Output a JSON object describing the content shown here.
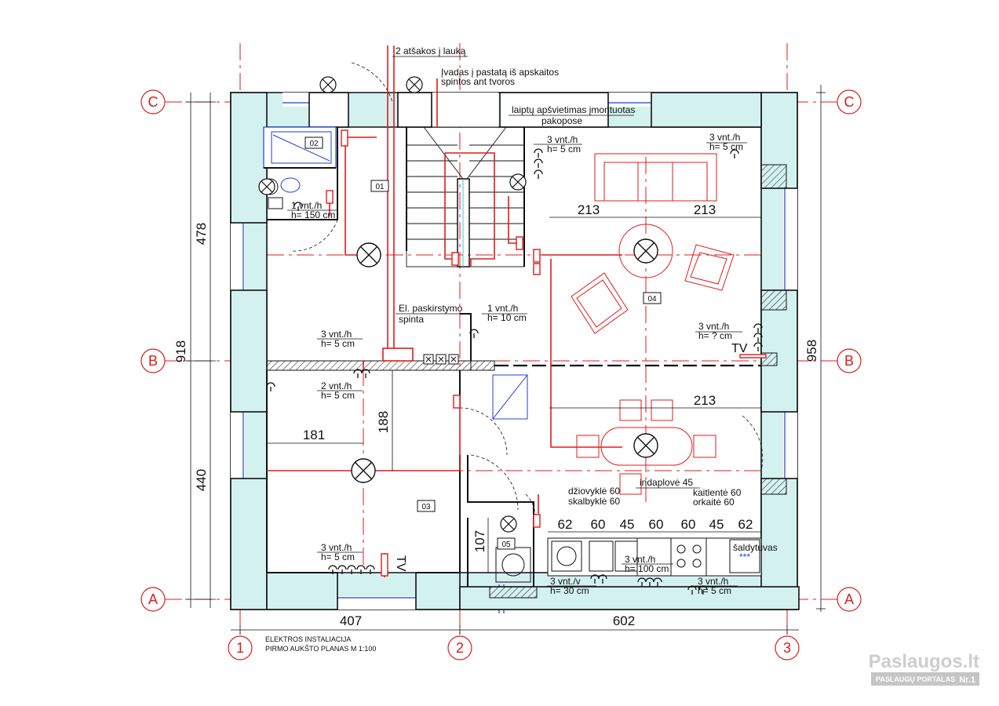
{
  "axes": {
    "rows": [
      "C",
      "B",
      "A"
    ],
    "cols": [
      "1",
      "2",
      "3"
    ]
  },
  "dimensions": {
    "left_total": "918",
    "left_upper": "478",
    "left_lower": "440",
    "right_total": "958",
    "bottom_left": "407",
    "bottom_right": "602",
    "living_w1": "213",
    "living_w2": "213",
    "dining_w": "213",
    "room03_w": "181",
    "room03_h": "188",
    "room05_h": "107",
    "kitchen_modules": [
      "62",
      "60",
      "45",
      "60",
      "60",
      "45",
      "62"
    ]
  },
  "annotations": {
    "outlets_outside": "2 atšakos į lauką",
    "input_line1": "Įvadas į pastatą iš apskaitos",
    "input_line2": "spintos ant tvoros",
    "stair_light_line1": "laiptų apšvietimas įmontuotas",
    "stair_light_line2": "pakopose",
    "panel_line1": "El. paskirstymo",
    "panel_line2": "spinta",
    "bath_outlet_line1": "1 vnt./h",
    "bath_outlet_line2": "h= 150 cm",
    "stair_outlet_line1": "3 vnt./h",
    "stair_outlet_line2": "h= 5 cm",
    "living_top_line1": "3 vnt./h",
    "living_top_line2": "h= 5 cm",
    "hall_outlet_line1": "3 vnt./h",
    "hall_outlet_line2": "h= 5 cm",
    "corr_outlet_line1": "1 vnt./h",
    "corr_outlet_line2": "h= 10 cm",
    "tv_outlet_line1": "3 vnt./h",
    "tv_outlet_line2": "h= ? cm",
    "tv": "TV",
    "r03_top_line1": "2 vnt./h",
    "r03_top_line2": "h= 5 cm",
    "r03_bot_line1": "3 vnt./h",
    "r03_bot_line2": "h= 5 cm",
    "tv2": "TV",
    "dryer_line1": "džiovyklė 60",
    "dryer_line2": "skalbyklė 60",
    "dishwasher": "indaplovė 45",
    "hob_line1": "kaitlentė 60",
    "hob_line2": "orkaitė 60",
    "fridge": "šaldytuvas",
    "fridge_stars": "***",
    "wet_line1": "3 vnt./v",
    "wet_line2": "h= 30 cm",
    "counter_line1": "3 vnt./h",
    "counter_line2": "h= 100 cm",
    "kit_right_line1": "3 vnt./h",
    "kit_right_line2": "h= 5 cm"
  },
  "rooms": [
    "01",
    "02",
    "03",
    "04",
    "05"
  ],
  "title": {
    "line1": "ELEKTROS INSTALIACIJA",
    "line2": "PIRMO AUKŠTO PLANAS  M 1:100"
  },
  "watermark": {
    "brand": "Paslaugos.lt",
    "tagline": "PASLAUGŲ PORTALAS",
    "badge": "Nr.1"
  },
  "colors": {
    "wiring": "#e11b1b",
    "axis": "#d81e1e",
    "wall_fill": "#d3f1ef",
    "window": "#1f3fd8"
  }
}
